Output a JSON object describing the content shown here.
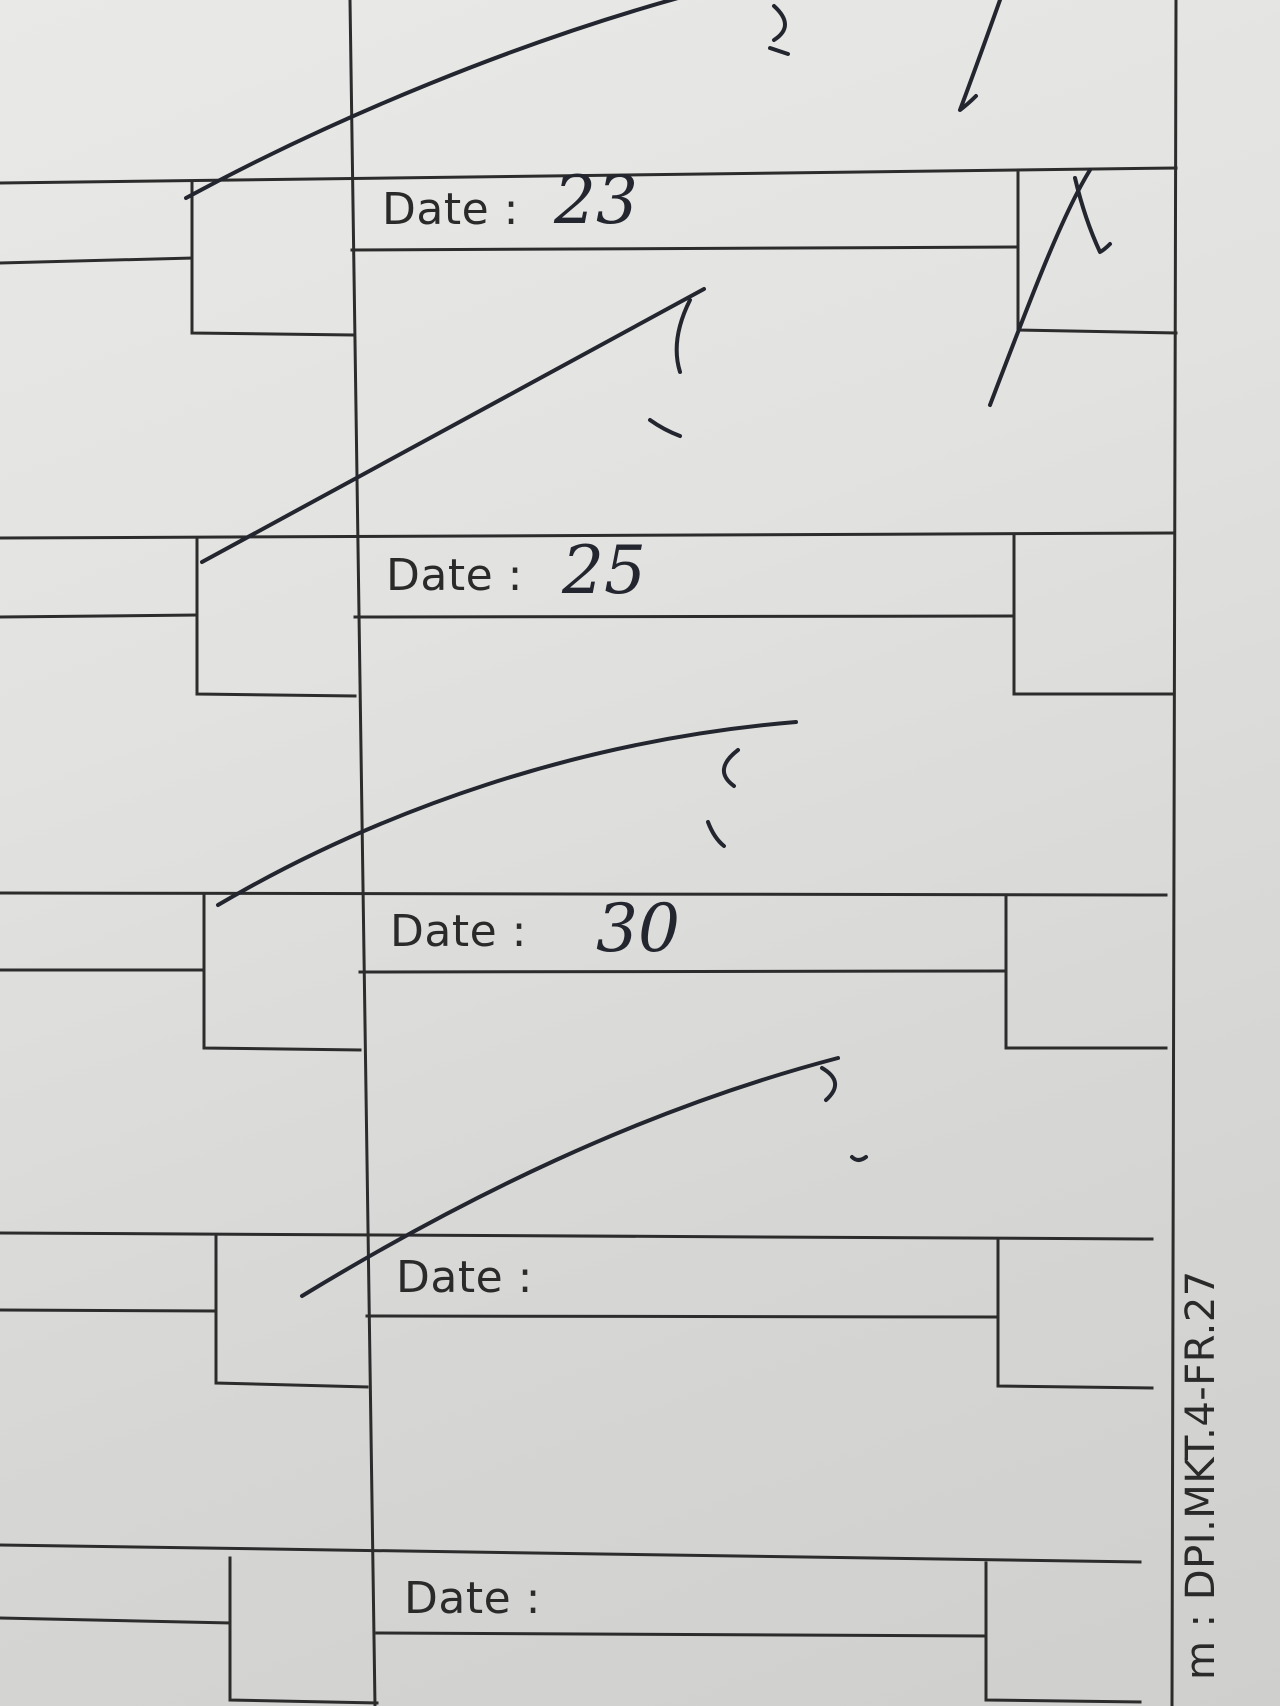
{
  "form": {
    "rows": [
      {
        "date_label": "Date :",
        "date_value": "23",
        "signed": true
      },
      {
        "date_label": "Date :",
        "date_value": "25",
        "signed": true
      },
      {
        "date_label": "Date :",
        "date_value": "30",
        "signed": true
      },
      {
        "date_label": "Date :",
        "date_value": "",
        "signed": true
      },
      {
        "date_label": "Date :",
        "date_value": "",
        "signed": false
      }
    ],
    "footer_code": "m : DPI.MKT.4-FR.27"
  },
  "colors": {
    "paper": "#e4e4e2",
    "ink_print": "#2a2a2a",
    "ink_pen": "#23262e"
  }
}
